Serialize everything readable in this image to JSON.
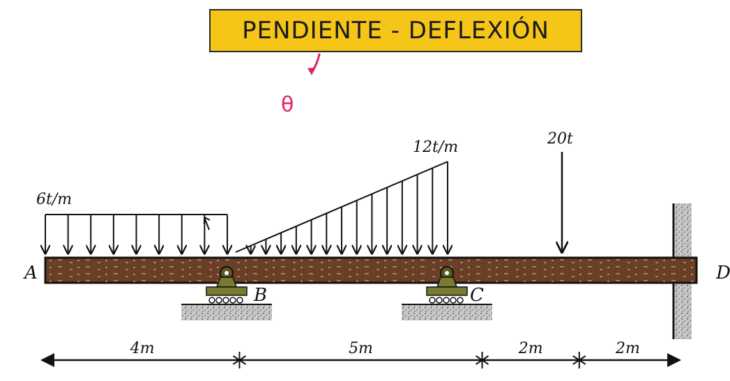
{
  "title": "PENDIENTE - DEFLEXIÓN",
  "annotation": {
    "symbol": "θ",
    "color": "#e0245e"
  },
  "loads": {
    "uniform": {
      "label": "6t/m",
      "intensity": 6,
      "unit": "t/m"
    },
    "triangular": {
      "label": "12t/m",
      "max_intensity": 12,
      "unit": "t/m"
    },
    "point": {
      "label": "20t",
      "magnitude": 20,
      "unit": "t"
    }
  },
  "nodes": {
    "a": "A",
    "b": "B",
    "c": "C",
    "d": "D"
  },
  "spans": [
    {
      "label": "4m",
      "length": 4
    },
    {
      "label": "5m",
      "length": 5
    },
    {
      "label": "2m",
      "length": 2
    },
    {
      "label": "2m",
      "length": 2
    }
  ],
  "colors": {
    "beam": "#6b3e26",
    "title_bg": "#f5c518",
    "support": "#7a7a30",
    "hatch": "#9a9a9a",
    "ink": "#111111"
  }
}
